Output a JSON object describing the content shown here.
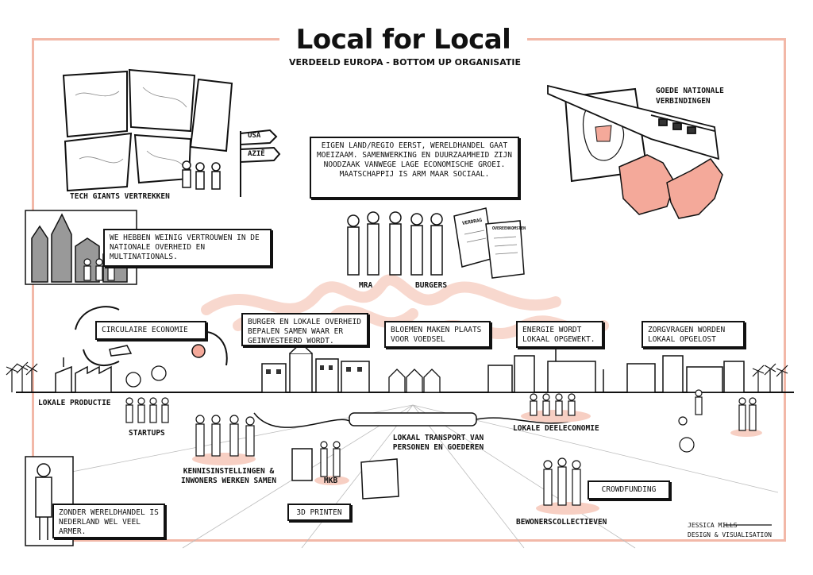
{
  "header": {
    "title": "Local for Local",
    "subtitle": "VERDEELD EUROPA  - BOTTOM UP ORGANISATIE"
  },
  "labels": {
    "tech_giants": "TECH GIANTS VERTREKKEN",
    "sign_usa": "USA",
    "sign_azie": "AZIË",
    "national_connections": "GOEDE NATIONALE VERBINDINGEN",
    "mra": "MRA",
    "burgers": "BURGERS",
    "verdrag": "VERDRAG",
    "overeenkomst": "OVEREENKOMSTEN",
    "lokale_productie": "LOKALE PRODUCTIE",
    "startups": "STARTUPS",
    "kennis": "KENNISINSTELLINGEN & INWONERS WERKEN SAMEN",
    "mkb": "MKB",
    "transport": "LOKAAL TRANSPORT VAN PERSONEN EN GOEDEREN",
    "deeleconomie": "LOKALE DEELECONOMIE",
    "bewoners": "BEWONERSCOLLECTIEVEN"
  },
  "boxes": {
    "eigen_land": "EIGEN LAND/REGIO EERST, WERELDHANDEL GAAT MOEIZAAM. SAMENWERKING EN DUURZAAMHEID ZIJN NOODZAAK VANWEGE LAGE ECONOMISCHE GROEI. MAATSCHAPPIJ IS ARM MAAR SOCIAAL.",
    "vertrouwen": "WE HEBBEN WEINIG VERTROUWEN IN DE NATIONALE OVERHEID EN MULTINATIONALS.",
    "circulaire": "CIRCULAIRE ECONOMIE",
    "burger_overheid": "BURGER EN LOKALE OVERHEID BEPALEN SAMEN WAAR ER GEINVESTEERD WORDT.",
    "bloemen": "BLOEMEN MAKEN PLAATS VOOR VOEDSEL",
    "energie": "ENERGIE WORDT LOKAAL OPGEWEKT.",
    "zorg": "ZORGVRAGEN WORDEN LOKAAL OPGELOST",
    "printen": "3D PRINTEN",
    "crowdfunding": "CROWDFUNDING",
    "wereldhandel": "ZONDER WERELDHANDEL IS NEDERLAND WEL VEEL ARMER."
  },
  "signature": {
    "name": "JESSICA MILLS",
    "role": "DESIGN & VISUALISATION"
  },
  "colors": {
    "accent": "#f2b8a8",
    "accent_fill": "#f4a99a",
    "ink": "#111111"
  }
}
